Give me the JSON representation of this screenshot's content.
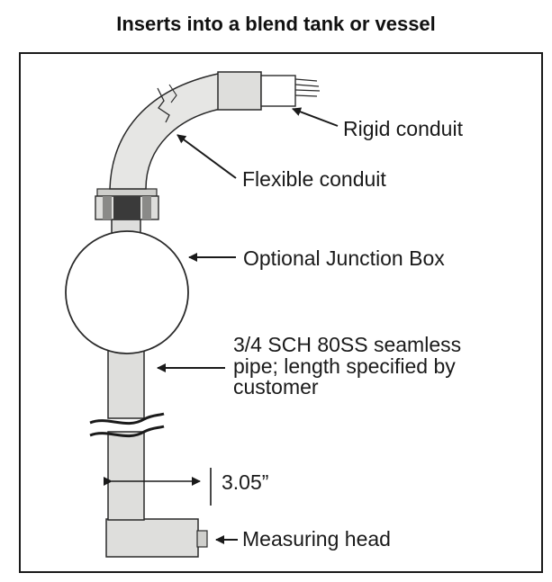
{
  "title": "Inserts into a blend tank or vessel",
  "labels": {
    "rigid_conduit": "Rigid conduit",
    "flexible_conduit": "Flexible conduit",
    "junction_box": "Optional Junction Box",
    "pipe_line1": "3/4 SCH 80SS seamless",
    "pipe_line2": "pipe; length specified by",
    "pipe_line3": "customer",
    "dimension": "3.05”",
    "measuring_head": "Measuring head"
  },
  "colors": {
    "pipe_fill": "#dededc",
    "stroke": "#2a2a2a",
    "dark_band": "#3a3a3a"
  }
}
